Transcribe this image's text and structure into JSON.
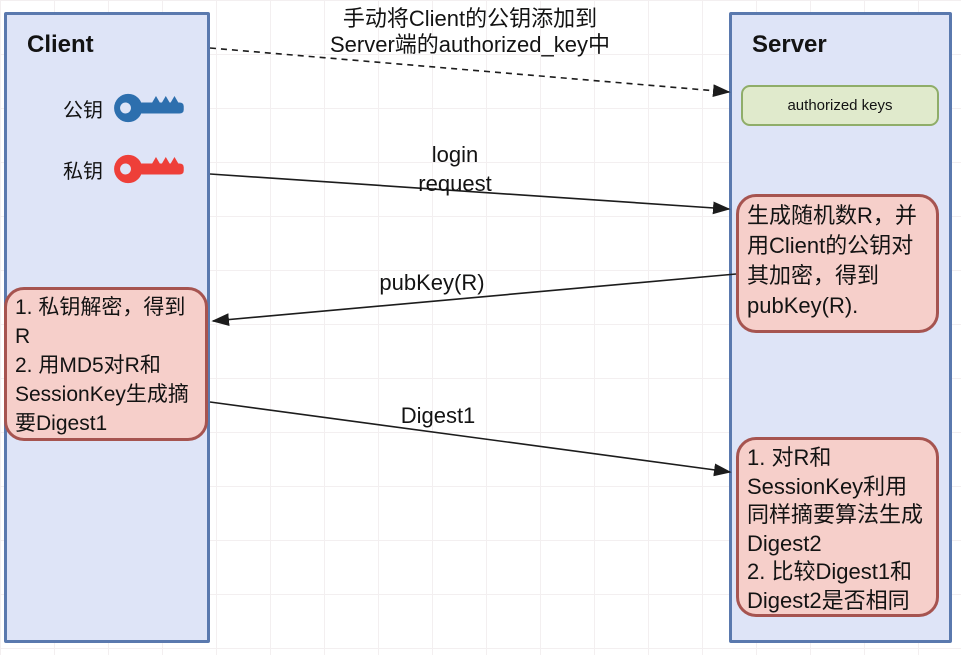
{
  "caption": {
    "line1": "手动将Client的公钥添加到",
    "line2": "Server端的authorized_key中"
  },
  "client": {
    "title": "Client",
    "public_key_label": "公钥",
    "private_key_label": "私钥",
    "decrypt_note": "1. 私钥解密，得到R\n2. 用MD5对R和SessionKey生成摘要Digest1"
  },
  "server": {
    "title": "Server",
    "authorized_keys_label": "authorized keys",
    "generate_note": "生成随机数R，并用Client的公钥对其加密，得到pubKey(R).",
    "verify_note": "1. 对R和SessionKey利用同样摘要算法生成Digest2\n2. 比较Digest1和Digest2是否相同"
  },
  "messages": {
    "add_key": {
      "style": "dashed"
    },
    "login": {
      "line1": "login",
      "line2": "request"
    },
    "pubkey": {
      "label": "pubKey(R)"
    },
    "digest": {
      "label": "Digest1"
    }
  },
  "colors": {
    "column_fill": "#dee4f7",
    "column_border": "#5a79ae",
    "note_fill": "#f6cfca",
    "note_border": "#a65450",
    "authorized_fill": "#e0eacc",
    "authorized_border": "#8fad69",
    "public_key": "#2d6fae",
    "private_key": "#ee3f39",
    "arrow": "#2b2b2b"
  }
}
